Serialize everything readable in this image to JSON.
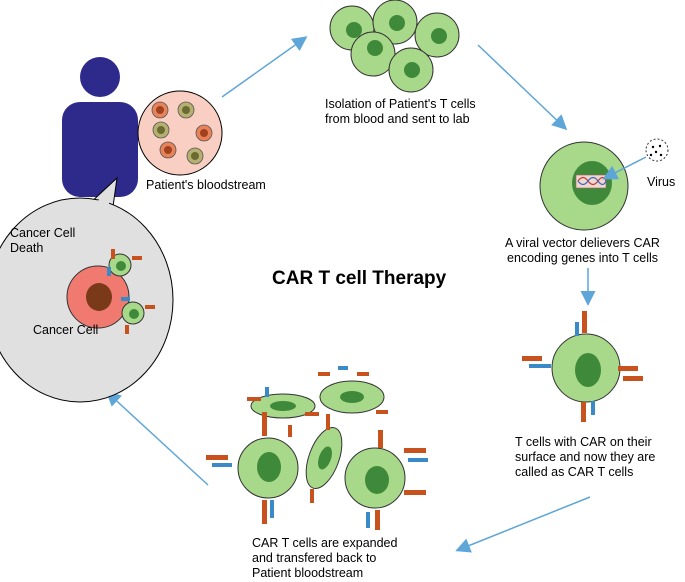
{
  "title": "CAR T cell Therapy",
  "labels": {
    "patients_bloodstream": "Patient's bloodstream",
    "isolation_line1": "Isolation of Patient's T cells",
    "isolation_line2": "from blood and sent to lab",
    "virus": "Virus",
    "viral_line1": "A viral vector delievers CAR",
    "viral_line2": "encoding genes into T cells",
    "car_line1": "T cells with CAR on their",
    "car_line2": "surface and now they are",
    "car_line3": "called as CAR T cells",
    "expand_line1": "CAR T cells are expanded",
    "expand_line2": "and transfered back to",
    "expand_line3": "Patient bloodstream",
    "death_line1": "Cancer Cell",
    "death_line2": "Death",
    "cancer_cell": "Cancer Cell"
  },
  "colors": {
    "person": "#2e2a8c",
    "t_cell_fill": "#a8d88a",
    "t_cell_nucleus": "#3f8a3a",
    "cancer_cell": "#f07a70",
    "cancer_nucleus": "#7a3a1a",
    "receptor_orange": "#c8521e",
    "receptor_blue": "#3a8ac8",
    "arrow": "#5ea5d8",
    "bubble_fill": "#e0e0e0",
    "blood_circle": "#f9cfc4"
  }
}
